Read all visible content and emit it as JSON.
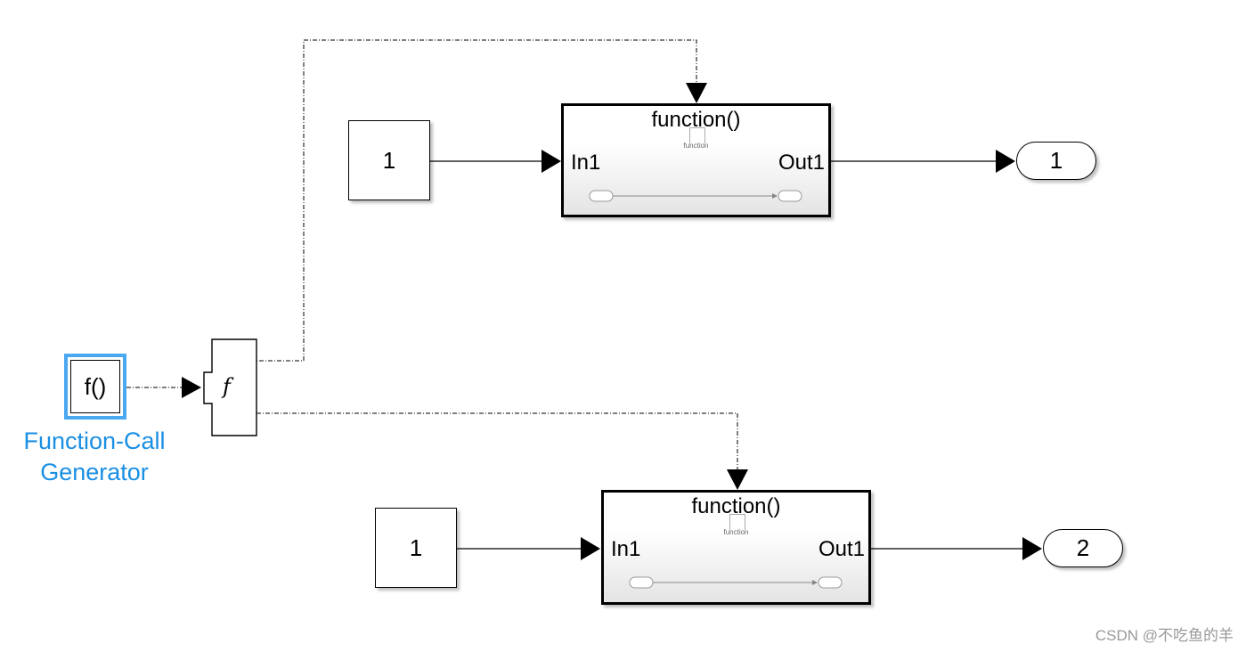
{
  "blocks": {
    "const_top": "1",
    "const_bottom": "1",
    "sub_top": {
      "title": "function()",
      "in": "In1",
      "out": "Out1",
      "trigger_label": "function"
    },
    "sub_bottom": {
      "title": "function()",
      "in": "In1",
      "out": "Out1",
      "trigger_label": "function"
    },
    "outport_top": "1",
    "outport_bottom": "2",
    "fcg_symbol": "f()",
    "fcg_label_line1": "Function-Call",
    "fcg_label_line2": "Generator",
    "split_symbol": "f"
  },
  "colors": {
    "selection": "#4aa8f0",
    "label_blue": "#1a8fe3"
  },
  "watermark": "CSDN @不吃鱼的羊"
}
